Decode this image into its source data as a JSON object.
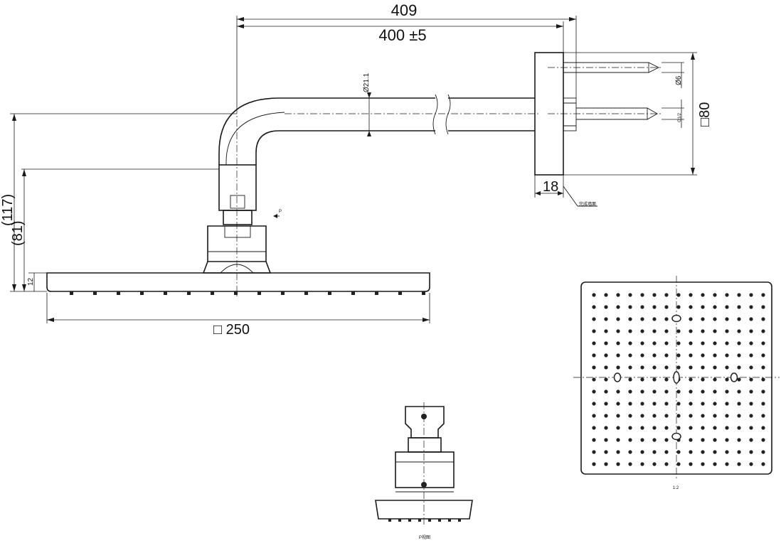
{
  "dimensions": {
    "overall_length": "409",
    "arm_length": "400 ±5",
    "pipe_diameter": "Ø21.1",
    "flange_size": "□80",
    "flange_depth": "18",
    "pin_diameter": "Ø6",
    "thread": "G1/2",
    "total_height": "(117)",
    "head_height": "(81)",
    "plate_thickness": "12",
    "head_size": "□ 250"
  },
  "labels": {
    "view_arrow": "P",
    "wall_note": "完成墙面",
    "scale": "1:2",
    "p_view": "P视图"
  },
  "spray_grid": {
    "rows": 15,
    "cols": 15
  }
}
